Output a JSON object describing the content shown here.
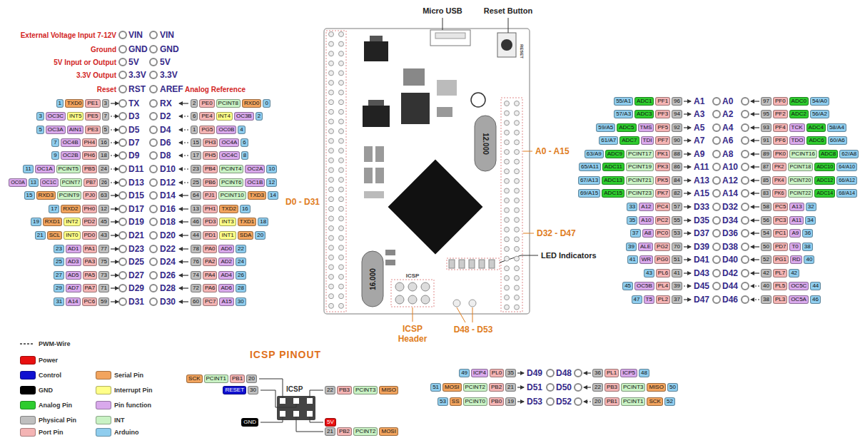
{
  "diagram": {
    "labels": [
      "External Voltage Input 7-12V",
      "VIN",
      "VIN",
      "Ground",
      "GND",
      "GND",
      "5V Input or Output",
      "5V",
      "5V",
      "3.3V Output",
      "3.3V",
      "3.3V",
      "Reset",
      "RST",
      "AREF",
      "Analog Reference",
      "1",
      "TXD0",
      "PE1",
      "3",
      "TX",
      "RX",
      "2",
      "PE0",
      "PCINT8",
      "RXD0",
      "0",
      "3",
      "OC3C",
      "INT5",
      "PE5",
      "7",
      "D3",
      "D2",
      "6",
      "PE4",
      "INT4",
      "OC3B",
      "2",
      "5",
      "OC3A",
      "AIN1",
      "PE3",
      "5",
      "D5",
      "D4",
      "1",
      "PG5",
      "OC0B",
      "4",
      "7",
      "OC4B",
      "PH4",
      "16",
      "D7",
      "D6",
      "15",
      "PH3",
      "OC4A",
      "6",
      "9",
      "OC2B",
      "PH6",
      "18",
      "D9",
      "D8",
      "17",
      "PH5",
      "OC4C",
      "8",
      "11",
      "OC1A",
      "PCINT5",
      "PB5",
      "24",
      "D11",
      "D10",
      "23",
      "PB4",
      "PCINT4",
      "OC2A",
      "10",
      "OC0A",
      "13",
      "OC1C",
      "PCINT7",
      "PB7",
      "26",
      "D13",
      "D12",
      "25",
      "PB6",
      "PCINT6",
      "OC1B",
      "12",
      "15",
      "RXD3",
      "PCINT9",
      "PJ0",
      "63",
      "D15",
      "D14",
      "64",
      "PJ1",
      "PCINT10",
      "TXD3",
      "14",
      "17",
      "RXD2",
      "PH0",
      "12",
      "D17",
      "D16",
      "13",
      "PH1",
      "TXD2",
      "16",
      "19",
      "RXD1",
      "INT2",
      "PD2",
      "45",
      "D19",
      "D18",
      "46",
      "PD3",
      "INT3",
      "TXD1",
      "18",
      "21",
      "SCL",
      "INT0",
      "PD0",
      "43",
      "D21",
      "D20",
      "44",
      "PD1",
      "INT1",
      "SDA",
      "20",
      "23",
      "AD1",
      "PA1",
      "77",
      "D23",
      "D22",
      "78",
      "PA0",
      "AD0",
      "22",
      "25",
      "AD3",
      "PA3",
      "75",
      "D25",
      "D24",
      "76",
      "PA2",
      "AD2",
      "24",
      "27",
      "AD5",
      "PA5",
      "73",
      "D27",
      "D26",
      "74",
      "PA4",
      "AD4",
      "26",
      "29",
      "AD7",
      "PA7",
      "71",
      "D29",
      "D28",
      "72",
      "PA6",
      "AD6",
      "28",
      "31",
      "A14",
      "PC6",
      "59",
      "D31",
      "D30",
      "60",
      "PC7",
      "A15",
      "30",
      "55/A1",
      "ADC1",
      "PF1",
      "96",
      "A1",
      "A0",
      "97",
      "PF0",
      "ADC0",
      "54/A0",
      "57/A3",
      "ADC3",
      "PF3",
      "94",
      "A3",
      "A2",
      "95",
      "PF2",
      "ADC2",
      "56/A2",
      "59/A5",
      "ADC5",
      "TMS",
      "PF5",
      "92",
      "A5",
      "A4",
      "93",
      "PF4",
      "TCK",
      "ADC4",
      "58/A4",
      "61/A7",
      "ADC7",
      "TDI",
      "PF7",
      "90",
      "A7",
      "A6",
      "91",
      "PF6",
      "TDO",
      "ADC6",
      "60/A6",
      "63/A9",
      "ADC9",
      "PCINT17",
      "PK1",
      "88",
      "A9",
      "A8",
      "89",
      "PK0",
      "PCINT16",
      "ADC8",
      "62/A8",
      "65/A11",
      "ADC11",
      "PCINT19",
      "PK3",
      "86",
      "A11",
      "A10",
      "87",
      "PK2",
      "PCINT18",
      "ADC10",
      "64/A10",
      "67/A13",
      "ADC13",
      "PCINT21",
      "PK5",
      "84",
      "A13",
      "A12",
      "85",
      "PK4",
      "PCINT20",
      "ADC12",
      "66/A12",
      "69/A15",
      "ADC15",
      "PCINT23",
      "PK7",
      "82",
      "A15",
      "A14",
      "83",
      "PK6",
      "PCINT22",
      "ADC14",
      "68/A14",
      "33",
      "A12",
      "PC4",
      "57",
      "D33",
      "D32",
      "58",
      "PC5",
      "A13",
      "32",
      "35",
      "A10",
      "PC2",
      "55",
      "D35",
      "D34",
      "56",
      "PC3",
      "A11",
      "34",
      "37",
      "A8",
      "PC0",
      "53",
      "D37",
      "D36",
      "54",
      "PC1",
      "A9",
      "36",
      "39",
      "ALE",
      "PG2",
      "70",
      "D39",
      "D38",
      "50",
      "PD7",
      "T0",
      "38",
      "41",
      "WR",
      "PG0",
      "51",
      "D41",
      "D40",
      "52",
      "PG1",
      "RD",
      "40",
      "43",
      "PL6",
      "41",
      "D43",
      "D42",
      "42",
      "PL7",
      "42",
      "45",
      "OC5B",
      "PL4",
      "39",
      "D45",
      "D44",
      "40",
      "PL5",
      "OC5C",
      "44",
      "47",
      "T5",
      "PL2",
      "37",
      "D47",
      "D46",
      "38",
      "PL3",
      "OC5A",
      "46",
      "Micro USB",
      "Reset Button",
      "RESET",
      "12.000",
      "A0 - A15",
      "D0 - D31",
      "D32 - D47",
      "LED Indicators",
      "ICSP",
      "16.000",
      "ICSP Header",
      "D48 - D53",
      "ICSP PINOUT",
      "ICSP",
      "SCK",
      "PCINT1",
      "PB1",
      "20",
      "RESET",
      "30",
      "22",
      "PB3",
      "PCINT3",
      "MISO",
      "GND",
      "5V",
      "21",
      "PB2",
      "PCINT2",
      "MOSI",
      "49",
      "ICP4",
      "PL0",
      "35",
      "D49",
      "D48",
      "36",
      "PL1",
      "ICP5",
      "48",
      "51",
      "MOSI",
      "PCINT2",
      "PB2",
      "21",
      "D51",
      "D50",
      "22",
      "PB3",
      "PCINT3",
      "MISO",
      "50",
      "53",
      "SS",
      "PCINT0",
      "PB0",
      "19",
      "D53",
      "D52",
      "20",
      "PB1",
      "PCINT1",
      "SCK",
      "52"
    ],
    "legend": [
      {
        "text": "PWM-Wire"
      },
      {
        "text": "Power",
        "color": "#e81010"
      },
      {
        "text": "Control",
        "color": "#1010d0"
      },
      {
        "text": "GND",
        "color": "#000000"
      },
      {
        "text": "Analog Pin",
        "color": "#2ecc2e"
      },
      {
        "text": "Physical Pin",
        "color": "#bfbfbf"
      },
      {
        "text": "Port Pin",
        "color": "#f4b4b4"
      },
      {
        "text": "Serial Pin",
        "color": "#f2a45e"
      },
      {
        "text": "Interrupt Pin",
        "color": "#ffff88"
      },
      {
        "text": "Pin function",
        "color": "#d9a9ec"
      },
      {
        "text": "INT",
        "color": "#c9f2c4"
      },
      {
        "text": "Arduino",
        "color": "#8fcdee"
      }
    ]
  }
}
